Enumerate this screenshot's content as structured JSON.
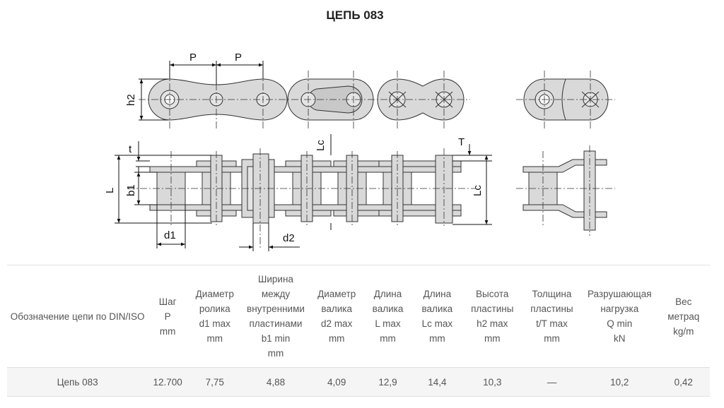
{
  "title": "ЦЕПЬ 083",
  "dimension_labels": {
    "P": "P",
    "h2": "h2",
    "t": "t",
    "L": "L",
    "b1": "b1",
    "Lc_top": "Lc",
    "Lc_right": "Lc",
    "T": "T",
    "d1": "d1",
    "d2": "d2"
  },
  "table": {
    "headers": [
      [
        "Обозначение цепи по DIN/ISO"
      ],
      [
        "Шаг",
        "P",
        "mm"
      ],
      [
        "Диаметр",
        "ролика",
        "d1 max",
        "mm"
      ],
      [
        "Ширина",
        "между",
        "внутренними",
        "пластинами",
        "b1 min",
        "mm"
      ],
      [
        "Диаметр",
        "валика",
        "d2 max",
        "mm"
      ],
      [
        "Длина",
        "валика",
        "L max",
        "mm"
      ],
      [
        "Длина",
        "валика",
        "Lc max",
        "mm"
      ],
      [
        "Высота",
        "пластины",
        "h2 max",
        "mm"
      ],
      [
        "Толщина",
        "пластины",
        "t/T max",
        "mm"
      ],
      [
        "Разрушающая",
        "нагрузка",
        "Q min",
        "kN"
      ],
      [
        "Вес",
        "метраq",
        "kg/m"
      ]
    ],
    "rows": [
      [
        "Цепь 083",
        "12.700",
        "7,75",
        "4,88",
        "4,09",
        "12,9",
        "14,4",
        "10,3",
        "—",
        "10,2",
        "0,42"
      ]
    ]
  }
}
